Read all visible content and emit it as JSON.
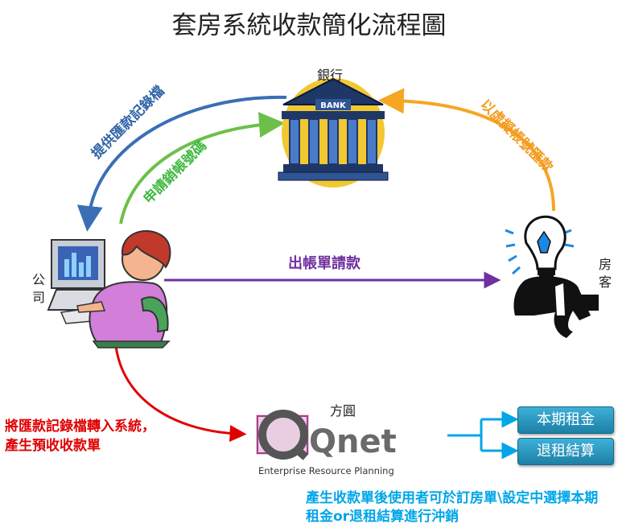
{
  "title": "套房系統收款簡化流程圖",
  "nodes": {
    "bank": "銀行",
    "bank_sign": "BANK",
    "company": "公司",
    "guest": "房客",
    "qnet": "方圓",
    "qnet_logo": "Qnet",
    "qnet_tagline": "Enterprise Resource Planning"
  },
  "arrows": {
    "provide_file": "提供匯款記錄檔",
    "apply_account": "申請銷帳號碼",
    "virtual_remit": "以虛擬帳號匯款",
    "invoice": "出帳單請款",
    "transfer": "將匯款記錄檔轉入系統，產生預收收款單"
  },
  "outputs": {
    "rent": "本期租金",
    "settlement": "退租結算"
  },
  "note": "產生收款單後使用者可於訂房單\\設定中選擇本期租金or退租結算進行沖銷",
  "colors": {
    "blue": "#3a6fb5",
    "green": "#6cc04a",
    "orange": "#f5a623",
    "purple": "#7030a0",
    "red": "#e00000",
    "cyan": "#00a6e8"
  }
}
